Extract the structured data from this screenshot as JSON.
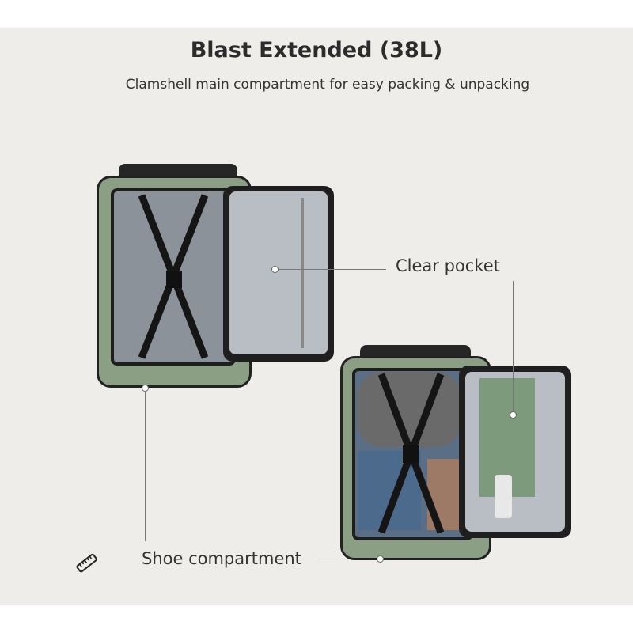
{
  "title": "Blast Extended (38L)",
  "subtitle": "Clamshell main compartment for easy packing & unpacking",
  "callouts": {
    "clear_pocket": "Clear pocket",
    "shoe_compartment": "Shoe compartment"
  },
  "icons": {
    "measure": "ruler-icon"
  },
  "colors": {
    "background": "#efedea",
    "bag_green": "#8a9f84",
    "text": "#2b2b2b"
  }
}
